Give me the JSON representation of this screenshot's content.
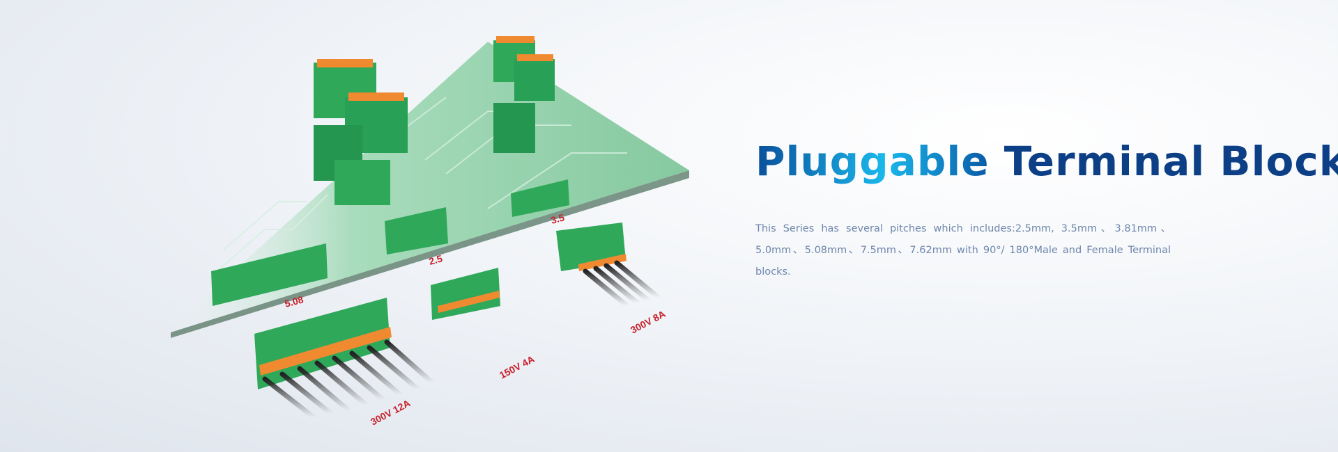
{
  "hero": {
    "title_part1": "Pluggable",
    "title_part2": "Terminal Blocks",
    "description": "This Series has several pitches which includes:2.5mm, 3.5mm、3.81mm、5.0mm、5.08mm、7.5mm、7.62mm with 90°/ 180°Male and Female Terminal blocks."
  },
  "product_labels": {
    "pitch_508": "5.08",
    "pitch_25": "2.5",
    "pitch_35": "3.5",
    "rating_300v_12a": "300V 12A",
    "rating_150v_4a": "150V 4A",
    "rating_300v_8a": "300V 8A"
  },
  "colors": {
    "title_dark": "#0c3f86",
    "title_accent": "#1ab8ec",
    "body_text": "#6f86ab",
    "label_red": "#c8202a",
    "connector_green": "#2fa85a",
    "board_green": "#8fcfa8"
  }
}
